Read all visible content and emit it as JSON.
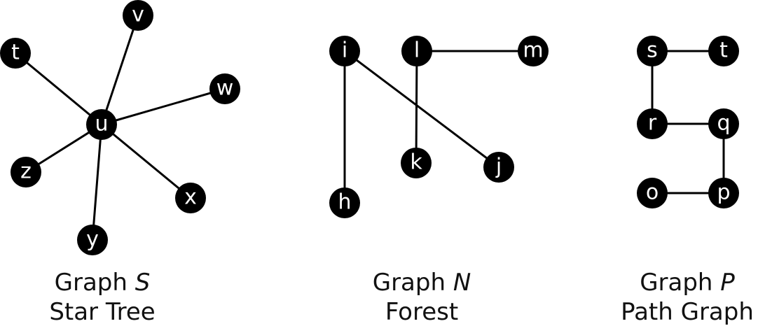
{
  "graphs": [
    {
      "id": "S",
      "caption_prefix": "Graph ",
      "caption_var": "S",
      "caption_sub": "Star Tree",
      "nodes": [
        "t",
        "v",
        "w",
        "u",
        "z",
        "x",
        "y"
      ],
      "edges": [
        [
          "u",
          "t"
        ],
        [
          "u",
          "v"
        ],
        [
          "u",
          "w"
        ],
        [
          "u",
          "z"
        ],
        [
          "u",
          "x"
        ],
        [
          "u",
          "y"
        ]
      ]
    },
    {
      "id": "N",
      "caption_prefix": "Graph ",
      "caption_var": "N",
      "caption_sub": "Forest",
      "nodes": [
        "i",
        "l",
        "m",
        "k",
        "j",
        "h"
      ],
      "edges": [
        [
          "i",
          "h"
        ],
        [
          "i",
          "j"
        ],
        [
          "l",
          "m"
        ],
        [
          "l",
          "k"
        ]
      ]
    },
    {
      "id": "P",
      "caption_prefix": "Graph ",
      "caption_var": "P",
      "caption_sub": "Path Graph",
      "nodes": [
        "s",
        "t",
        "r",
        "q",
        "o",
        "p"
      ],
      "edges": [
        [
          "s",
          "t"
        ],
        [
          "s",
          "r"
        ],
        [
          "r",
          "q"
        ],
        [
          "q",
          "p"
        ],
        [
          "p",
          "o"
        ]
      ]
    }
  ],
  "colors": {
    "node_fill": "#000000",
    "node_text": "#ffffff",
    "edge": "#000000"
  }
}
